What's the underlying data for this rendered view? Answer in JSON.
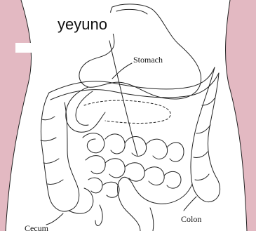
{
  "labels": {
    "yeyuno": "yeyuno",
    "stomach": "Stomach",
    "colon": "Colon",
    "cecum": "Cecum"
  },
  "colors": {
    "side_band": "#e3b9c2",
    "line": "#222222",
    "label_box": "#ffffff"
  }
}
